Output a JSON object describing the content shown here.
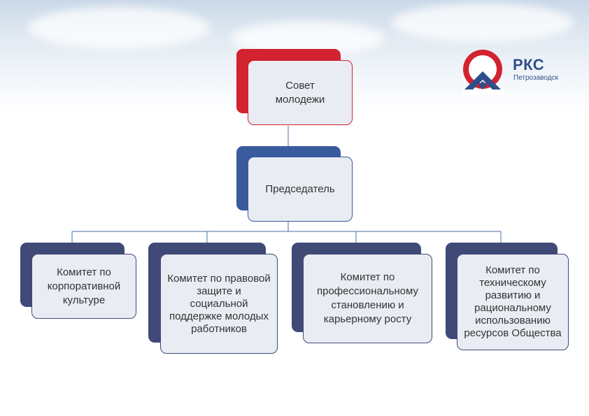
{
  "colors": {
    "red_accent": "#d32230",
    "blue_accent": "#3a5a9e",
    "navy_accent": "#3f4a77",
    "card_fill": "#e9ecf3",
    "connector": "#4a6fa5"
  },
  "logo": {
    "title": "РКС",
    "subtitle": "Петрозаводск"
  },
  "diagram": {
    "council": "Совет молодежи",
    "chairman": "Председатель",
    "committees": [
      "Комитет по корпоративной культуре",
      "Комитет по правовой защите и социальной поддержке молодых работников",
      "Комитет по профессиональному становлению и карьерному росту",
      "Комитет по техническому развитию и рациональному использованию ресурсов Общества"
    ]
  }
}
